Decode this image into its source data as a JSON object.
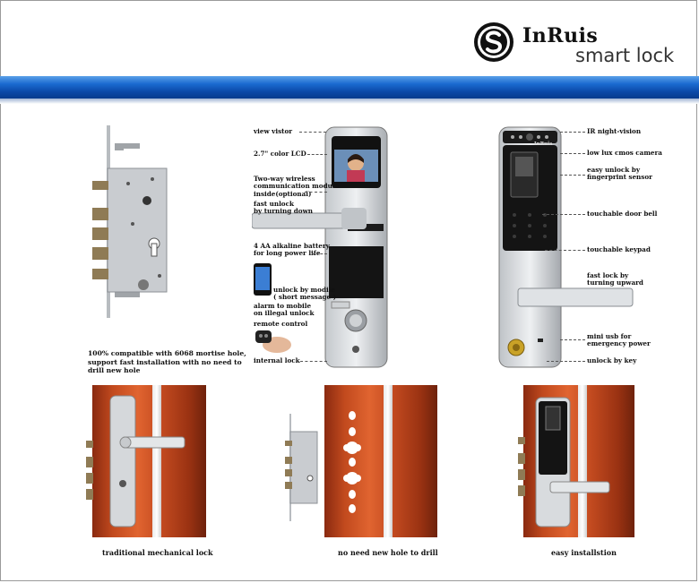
{
  "brand": {
    "name": "InRuis",
    "tagline": "smart lock",
    "logo_letter": "S"
  },
  "colors": {
    "band": "#0b49a8",
    "door": "#c24a1e",
    "lock_body": "#c9ccd0",
    "panel": "#141414"
  },
  "middle_labels": {
    "view_visitor": "view vistor",
    "lcd": "2.7\" color LCD",
    "two_way": "Two-way wireless\ncommunication module\ninside(optional)",
    "fast_unlock": "fast unlock\nby turning down",
    "battery": "4 AA alkaline battery\nfor long power life",
    "mobile_unlock": "unlock by modile\n( short message )",
    "alarm": "alarm to mobile\non illegal unlock",
    "remote": "remote control",
    "internal": "internal lock"
  },
  "right_labels": {
    "ir": "IR night-vision",
    "camera": "low lux  cmos camera",
    "fingerprint": "easy unlock by\nfingerprint sensor",
    "door_bell": "touchable door bell",
    "keypad": "touchable keypad",
    "fast_lock": "fast lock by\nturning upward",
    "usb": "mini usb for\nemergency power",
    "key": "unlock by key"
  },
  "mortise_description": "100% compatible with 6068 mortise hole,\nsupport fast installation with no need to\ndrill new hole",
  "captions": {
    "left": "traditional mechanical lock",
    "middle": "no need new hole to drill",
    "right": "easy installstion"
  },
  "device_brand": "InRuis"
}
